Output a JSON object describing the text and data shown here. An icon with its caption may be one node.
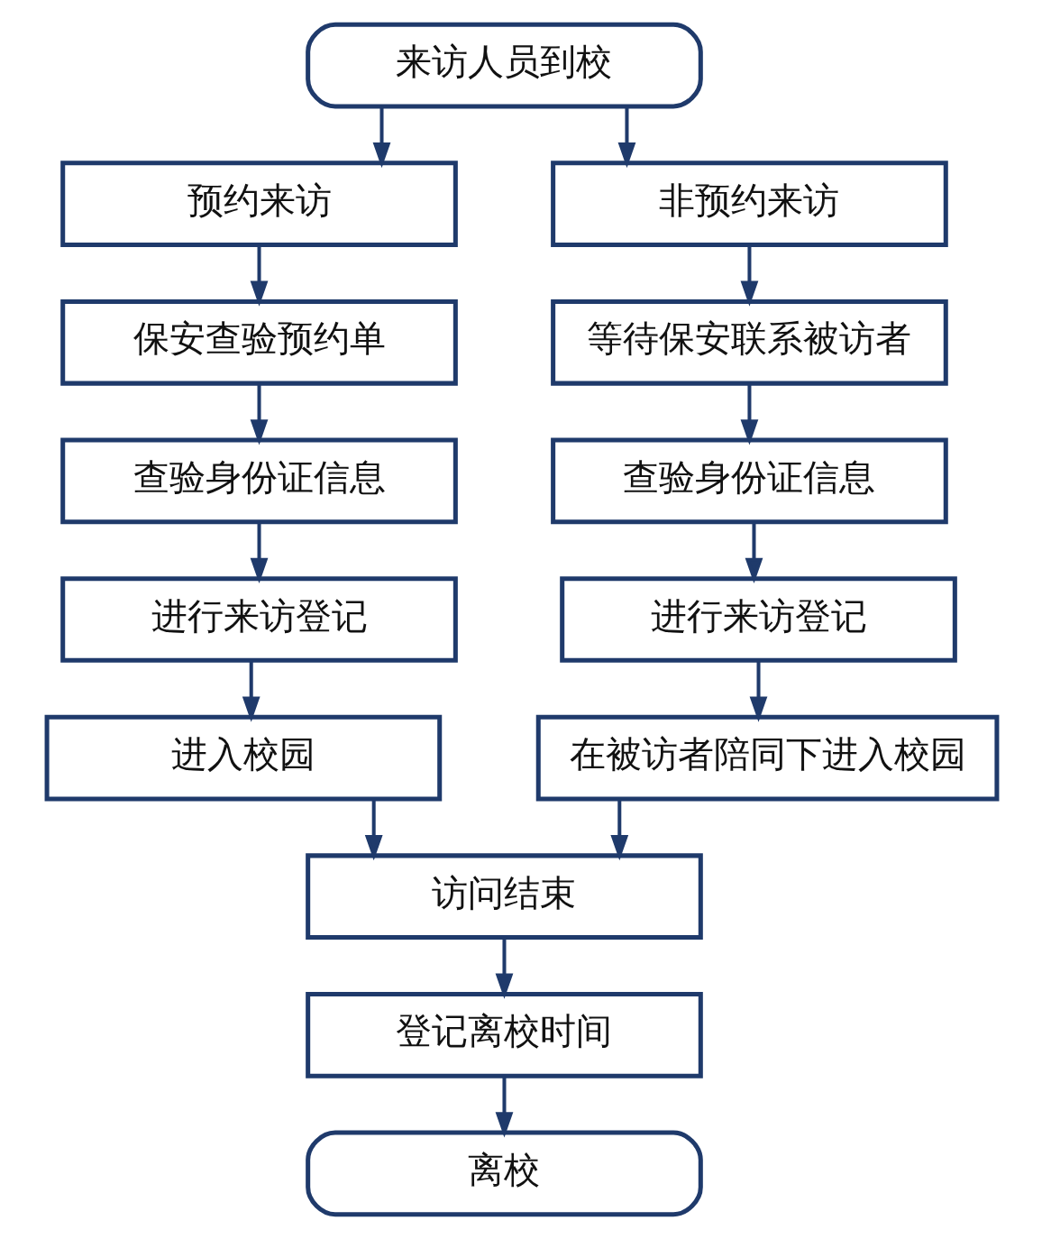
{
  "diagram": {
    "nodes": [
      {
        "text": [
          "来访人员到校"
        ]
      },
      {
        "text": [
          "预约来访"
        ]
      },
      {
        "text": [
          "非预约来访"
        ]
      },
      {
        "text": [
          "保安查验预约单"
        ]
      },
      {
        "text": [
          "等待保安联系被访者"
        ]
      },
      {
        "text": [
          "查验身份证信息"
        ]
      },
      {
        "text": [
          "查验身份证信息"
        ]
      },
      {
        "text": [
          "进行来访登记"
        ]
      },
      {
        "text": [
          "进行来访登记"
        ]
      },
      {
        "text": [
          "进入校园"
        ]
      },
      {
        "text": [
          "在被访者陪同下进入校园"
        ]
      },
      {
        "text": [
          "访问结束"
        ]
      },
      {
        "text": [
          "登记离校时间"
        ]
      },
      {
        "text": [
          "离校"
        ]
      }
    ],
    "edges": [
      {
        "from": 0,
        "to": 1,
        "arrow": "to"
      },
      {
        "from": 0,
        "to": 2,
        "arrow": "to"
      },
      {
        "from": 1,
        "to": 3,
        "arrow": "to"
      },
      {
        "from": 3,
        "to": 5,
        "arrow": "to"
      },
      {
        "from": 5,
        "to": 7,
        "arrow": "to"
      },
      {
        "from": 7,
        "to": 9,
        "arrow": "to"
      },
      {
        "from": 2,
        "to": 4,
        "arrow": "to"
      },
      {
        "from": 4,
        "to": 6,
        "arrow": "to"
      },
      {
        "from": 6,
        "to": 8,
        "arrow": "to"
      },
      {
        "from": 8,
        "to": 10,
        "arrow": "to"
      },
      {
        "from": 9,
        "to": 11,
        "arrow": "to"
      },
      {
        "from": 10,
        "to": 11,
        "arrow": "to"
      },
      {
        "from": 11,
        "to": 12,
        "arrow": "to"
      },
      {
        "from": 12,
        "to": 13,
        "arrow": "to"
      }
    ]
  }
}
